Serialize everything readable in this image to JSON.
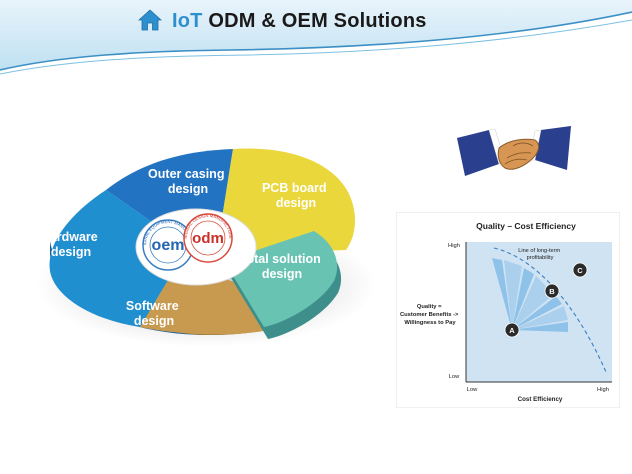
{
  "header": {
    "title_accent": "IoT",
    "title_rest": " ODM & OEM Solutions",
    "accent_color": "#2e8fcf"
  },
  "pie": {
    "segments": [
      {
        "label_lines": [
          "Outer casing",
          "design"
        ],
        "color": "#2274c2"
      },
      {
        "label_lines": [
          "PCB board",
          "design"
        ],
        "color": "#e9d73c"
      },
      {
        "label_lines": [
          "Total solution",
          "design"
        ],
        "color": "#69c3b3"
      },
      {
        "label_lines": [
          "Software",
          "design"
        ],
        "color": "#c79a50"
      },
      {
        "label_lines": [
          "Hardware",
          "design"
        ],
        "color": "#1f8fd0"
      }
    ],
    "logo_oem": "oem",
    "logo_odm": "odm",
    "logo_oem_ring": "ORIGINAL EQUIPMENT MANUFACTURER",
    "logo_odm_ring": "ORIGINAL DESIGN MANUFACTURER"
  },
  "quality_chart": {
    "title": "Quality – Cost Efficiency",
    "y_label_lines": [
      "Quality =",
      "Customer Benefits ->",
      "Willingness to Pay"
    ],
    "x_label": "Cost Efficiency",
    "y_high": "High",
    "y_low": "Low",
    "x_low": "Low",
    "x_high": "High",
    "curve_label_lines": [
      "Line of long-term",
      "profitability"
    ],
    "points": [
      "A",
      "B",
      "C"
    ]
  }
}
